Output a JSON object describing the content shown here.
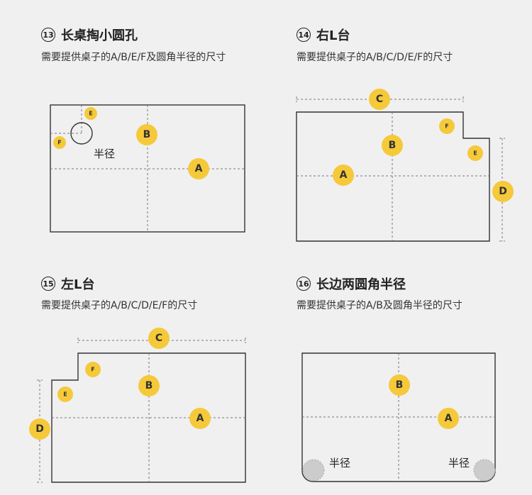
{
  "colors": {
    "marker": "#f5c93a",
    "outline": "#333333",
    "corner_fill": "#cccccc",
    "background": "#f0f0f0"
  },
  "panels": [
    {
      "num": "13",
      "title": "长桌掏小圆孔",
      "subtitle": "需要提供桌子的A/B/E/F及圆角半径的尺寸",
      "labels": {
        "a": "A",
        "b": "B",
        "e": "E",
        "f": "F",
        "radius": "半径"
      }
    },
    {
      "num": "14",
      "title": "右L台",
      "subtitle": "需要提供桌子的A/B/C/D/E/F的尺寸",
      "labels": {
        "a": "A",
        "b": "B",
        "c": "C",
        "d": "D",
        "e": "E",
        "f": "F"
      }
    },
    {
      "num": "15",
      "title": "左L台",
      "subtitle": "需要提供桌子的A/B/C/D/E/F的尺寸",
      "labels": {
        "a": "A",
        "b": "B",
        "c": "C",
        "d": "D",
        "e": "E",
        "f": "F"
      }
    },
    {
      "num": "16",
      "title": "长边两圆角半径",
      "subtitle": "需要提供桌子的A/B及圆角半径的尺寸",
      "labels": {
        "a": "A",
        "b": "B",
        "radius_left": "半径",
        "radius_right": "半径"
      }
    }
  ]
}
